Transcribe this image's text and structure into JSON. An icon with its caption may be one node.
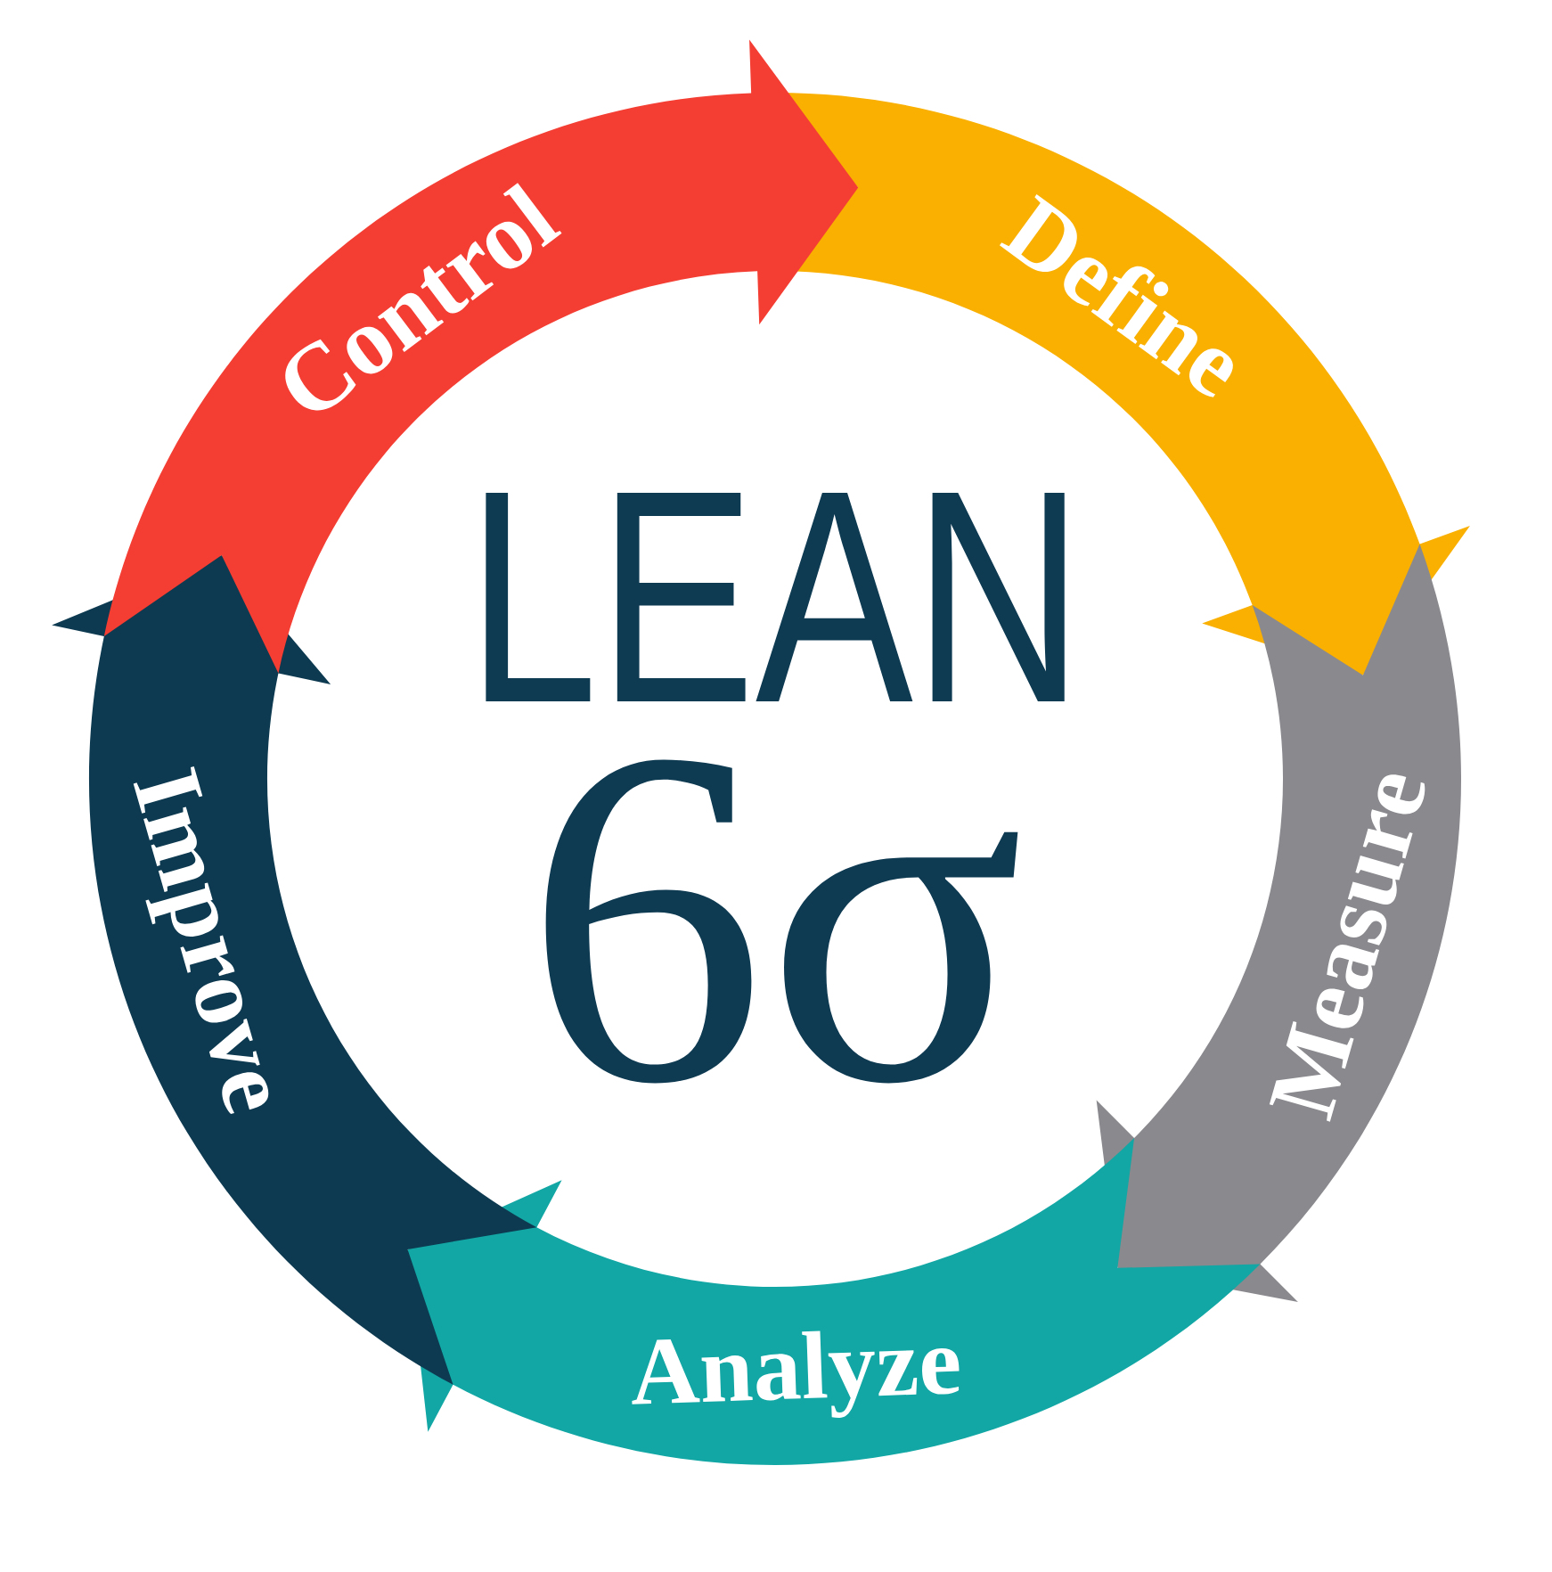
{
  "diagram": {
    "nodes": [
      {
        "text": [
          "Define"
        ]
      },
      {
        "text": [
          "Measure"
        ]
      },
      {
        "text": [
          "Analyze"
        ]
      },
      {
        "text": [
          "Improve"
        ]
      },
      {
        "text": [
          "Control"
        ]
      }
    ],
    "edges": [
      {
        "from": 0,
        "to": 1,
        "arrow": "to"
      },
      {
        "from": 1,
        "to": 2,
        "arrow": "to"
      },
      {
        "from": 2,
        "to": 3,
        "arrow": "to"
      },
      {
        "from": 3,
        "to": 4,
        "arrow": "to"
      },
      {
        "from": 4,
        "to": 0,
        "arrow": "to"
      }
    ],
    "labels": [
      "LEAN",
      "6σ"
    ]
  }
}
